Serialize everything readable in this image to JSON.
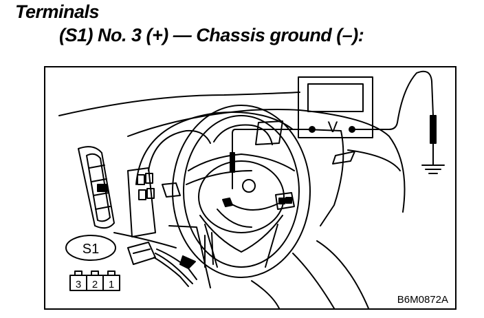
{
  "heading": {
    "title": "Terminals",
    "subtitle": "(S1) No. 3 (+) — Chassis ground (–):"
  },
  "figure": {
    "meter_symbol": "V",
    "connector_label": "S1",
    "pins": [
      "3",
      "2",
      "1"
    ],
    "code": "B6M0872A"
  },
  "colors": {
    "ink": "#000000",
    "paper": "#ffffff"
  }
}
